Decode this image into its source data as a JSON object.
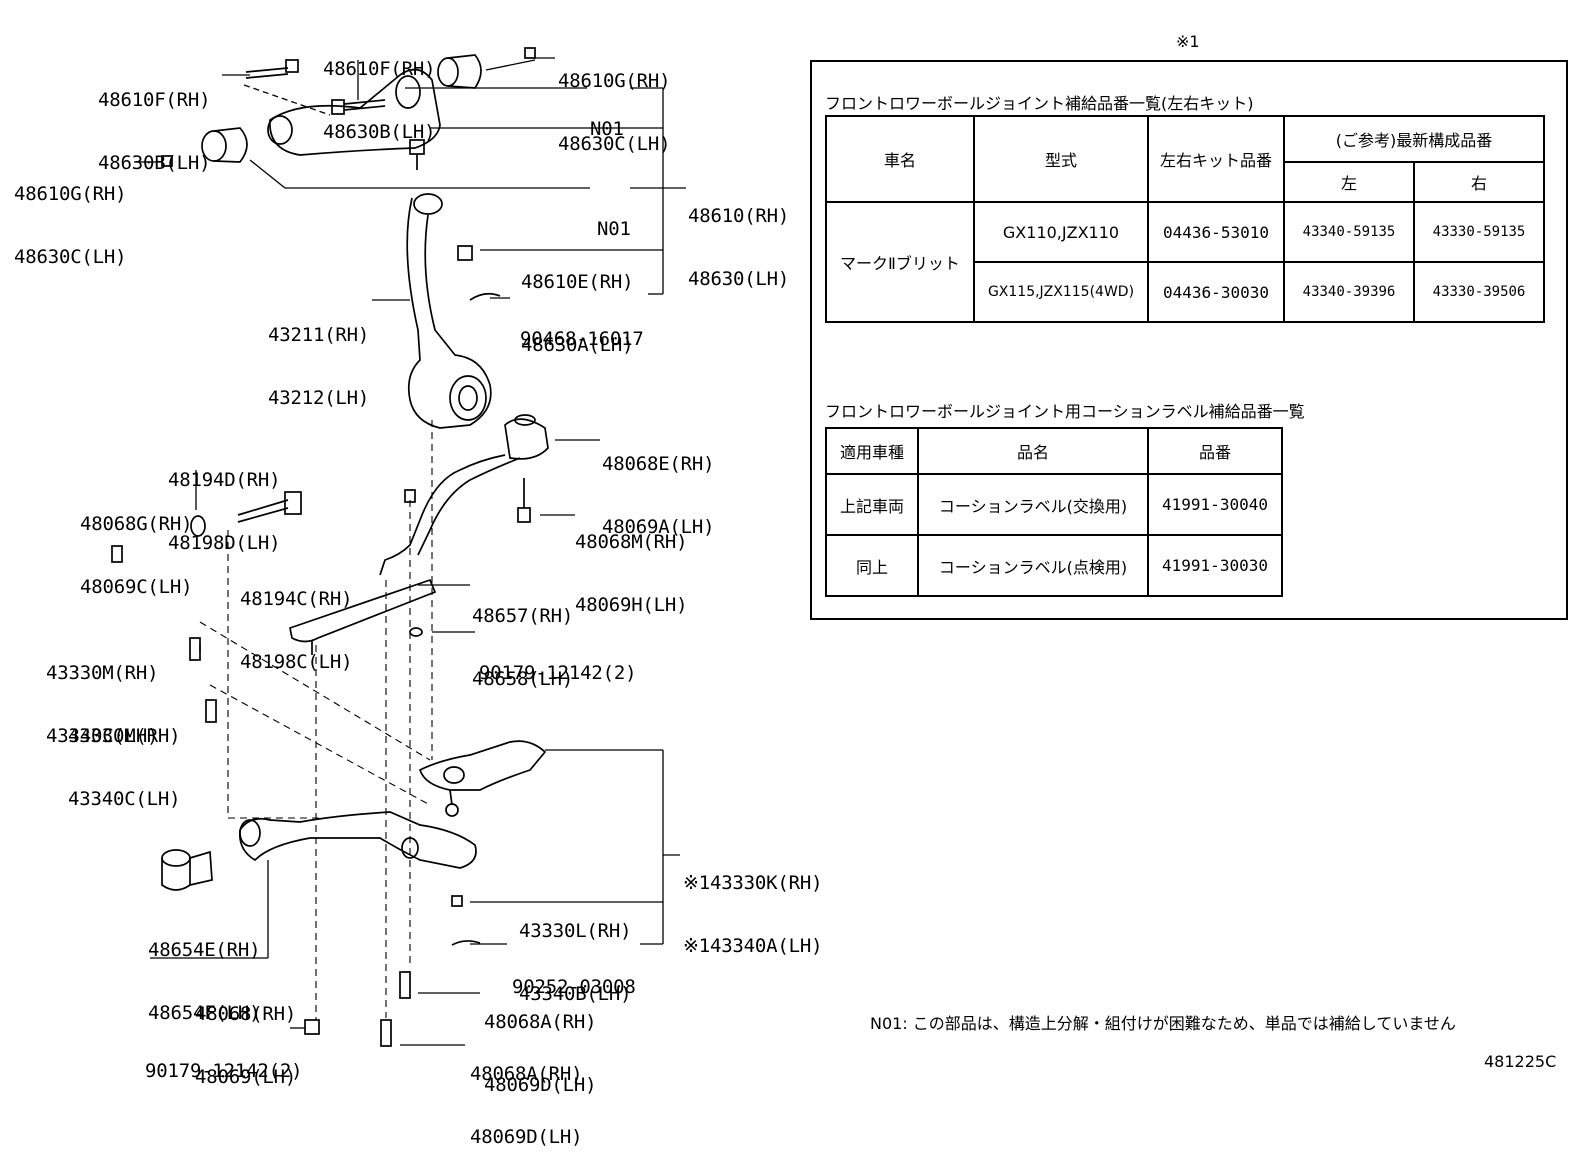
{
  "diagram_code": "481225C",
  "kit_marker": "※1",
  "note": "N01: この部品は、構造上分解・組付けが困難なため、単品では補給していません",
  "parts": {
    "upper_bolt": [
      "48610F(RH)",
      "48630B(LH)"
    ],
    "upper_bolt2": [
      "48610F(RH)",
      "48630B(LH)"
    ],
    "upper_nut_top": [
      "48610G(RH)",
      "48630C(LH)"
    ],
    "upper_nut_left": [
      "48610G(RH)",
      "48630C(LH)"
    ],
    "n01_top": "N01",
    "n01_bottom": "N01",
    "upper_arm": [
      "48610(RH)",
      "48630(LH)"
    ],
    "upper_nut_e": [
      "48610E(RH)",
      "48630A(LH)"
    ],
    "knuckle": [
      "43211(RH)",
      "43212(LH)"
    ],
    "cotter_top": "90468-16017",
    "stab_bushing": [
      "48068E(RH)",
      "48069A(LH)"
    ],
    "washer_d": [
      "48194D(RH)",
      "48198D(LH)"
    ],
    "nut_g": [
      "48068G(RH)",
      "48069C(LH)"
    ],
    "bolt_m": [
      "48068M(RH)",
      "48069H(LH)"
    ],
    "bolt_c": [
      "48194C(RH)",
      "48198C(LH)"
    ],
    "strut_bar": [
      "48657(RH)",
      "48658(LH)"
    ],
    "nut_90179_mid": "90179-12142(2)",
    "bolt_43330m_1": [
      "43330M(RH)",
      "43340C(LH)"
    ],
    "bolt_43330m_2": [
      "43330M(RH)",
      "43340C(LH)"
    ],
    "ball_joint": [
      "※143330K(RH)",
      "※143340A(LH)"
    ],
    "nut_43330l": [
      "43330L(RH)",
      "43340B(LH)"
    ],
    "bushing_48654": [
      "48654E(RH)",
      "48654F(LH)"
    ],
    "cotter_bottom": "90252-03008",
    "lower_arm": [
      "48068(RH)",
      "48069(LH)"
    ],
    "bolt_a1": [
      "48068A(RH)",
      "48069D(LH)"
    ],
    "nut_90179_bottom": "90179-12142(2)",
    "bolt_a2": [
      "48068A(RH)",
      "48069D(LH)"
    ]
  },
  "table1": {
    "title": "フロントロワーボールジョイント補給品番一覧(左右キット)",
    "headers": {
      "vehicle": "車名",
      "model": "型式",
      "kit": "左右キット品番",
      "latest": "(ご参考)最新構成品番",
      "left": "左",
      "right": "右"
    },
    "vehicle": "マークⅡブリット",
    "rows": [
      {
        "model": "GX110,JZX110",
        "kit": "04436-53010",
        "left": "43340-59135",
        "right": "43330-59135"
      },
      {
        "model": "GX115,JZX115(4WD)",
        "kit": "04436-30030",
        "left": "43340-39396",
        "right": "43330-39506"
      }
    ]
  },
  "table2": {
    "title": "フロントロワーボールジョイント用コーションラベル補給品番一覧",
    "headers": {
      "applies": "適用車種",
      "name": "品名",
      "number": "品番"
    },
    "rows": [
      {
        "applies": "上記車両",
        "name": "コーションラベル(交換用)",
        "number": "41991-30040"
      },
      {
        "applies": "同上",
        "name": "コーションラベル(点検用)",
        "number": "41991-30030"
      }
    ]
  }
}
